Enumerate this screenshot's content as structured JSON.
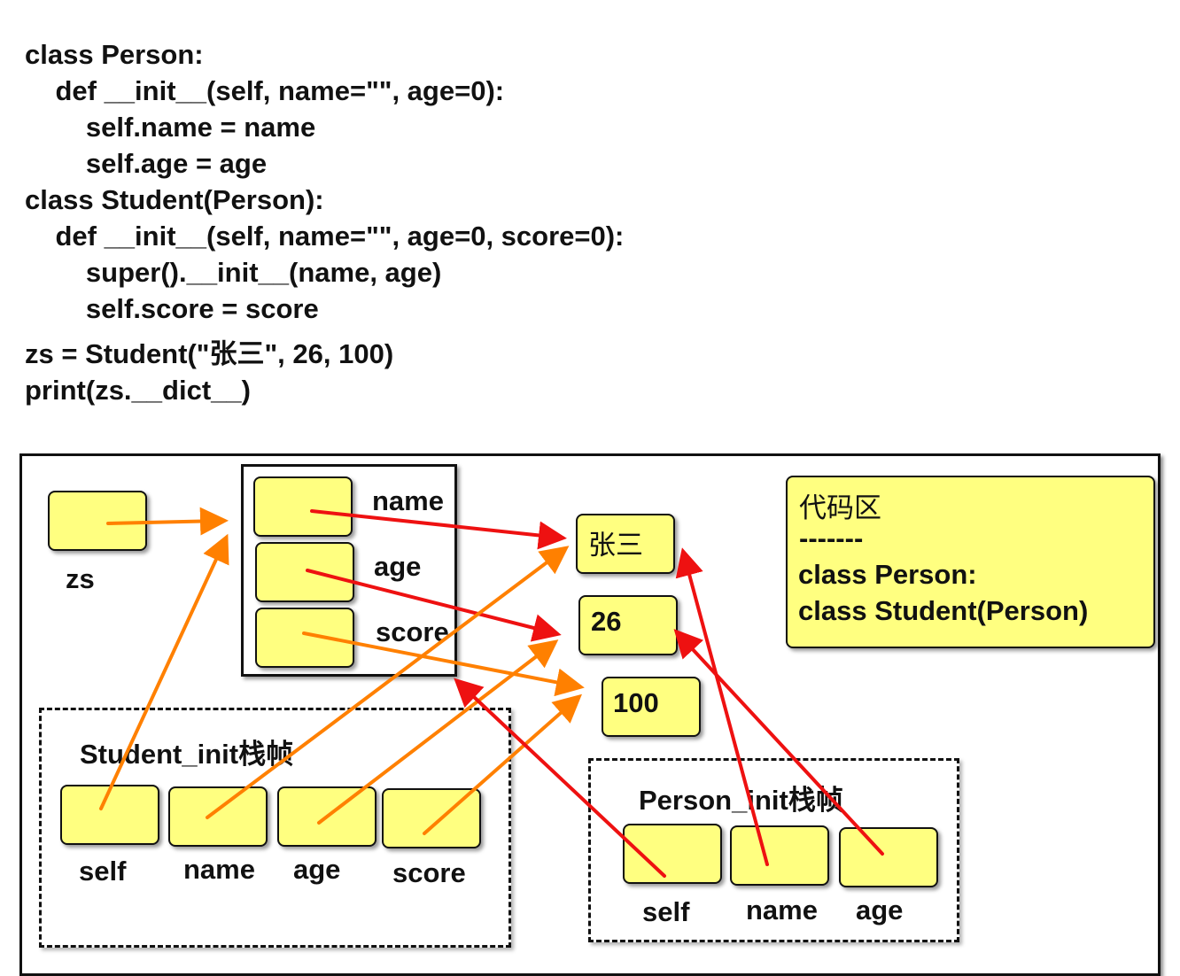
{
  "code": {
    "lines": [
      "class Person:",
      "    def __init__(self, name=\"\", age=0):",
      "        self.name = name",
      "        self.age = age",
      "class Student(Person):",
      "    def __init__(self, name=\"\", age=0, score=0):",
      "        super().__init__(name, age)",
      "        self.score = score",
      "zs = Student(\"张三\", 26, 100)",
      "print(zs.__dict__)"
    ]
  },
  "diagram": {
    "zs_label": "zs",
    "object_attrs": [
      "name",
      "age",
      "score"
    ],
    "values": {
      "name": "张三",
      "age": "26",
      "score": "100"
    },
    "code_area": {
      "title": "代码区",
      "separator": "-------",
      "line1": "class Person:",
      "line2": "class Student(Person)"
    },
    "student_frame": {
      "title": "Student_init栈帧",
      "vars": [
        "self",
        "name",
        "age",
        "score"
      ]
    },
    "person_frame": {
      "title": "Person_init栈帧",
      "vars": [
        "self",
        "name",
        "age"
      ]
    },
    "colors": {
      "box_fill": "#ffff80",
      "arrow_red": "#ee1111",
      "arrow_orange": "#ff8000"
    }
  }
}
